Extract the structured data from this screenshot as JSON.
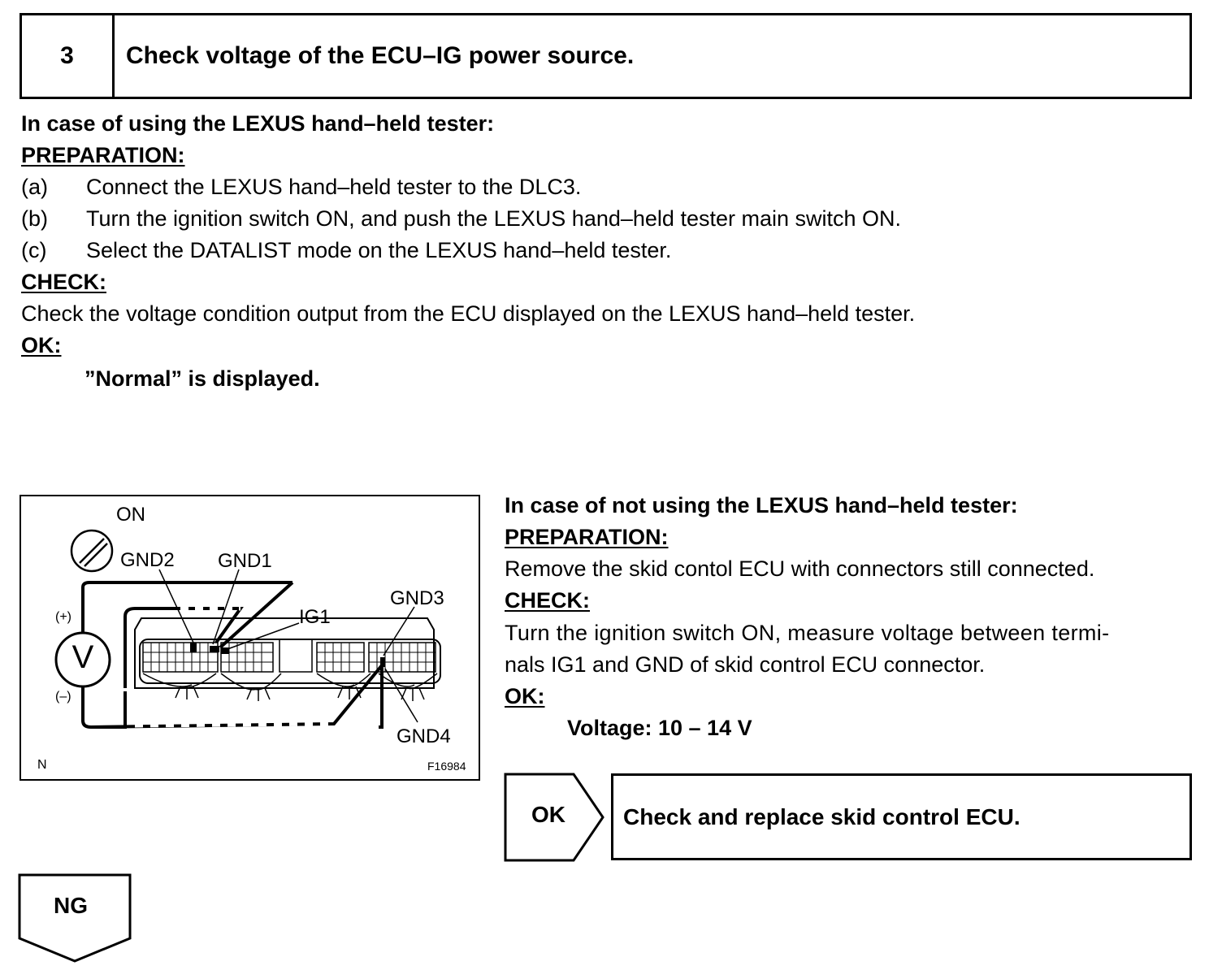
{
  "step": {
    "number": "3",
    "title": "Check voltage of the ECU–IG power source."
  },
  "tester_section": {
    "heading": "In case of using the LEXUS hand–held tester:",
    "prep_label": "PREPARATION:",
    "steps": [
      {
        "mark": "(a)",
        "text": "Connect the LEXUS hand–held tester to the DLC3."
      },
      {
        "mark": "(b)",
        "text": "Turn the ignition switch ON, and push the LEXUS hand–held tester main switch ON."
      },
      {
        "mark": "(c)",
        "text": "Select the DATALIST mode on the LEXUS hand–held tester."
      }
    ],
    "check_label": "CHECK:",
    "check_text": "Check the voltage condition output from the ECU displayed on the LEXUS hand–held tester.",
    "ok_label": "OK:",
    "ok_text": "”Normal” is displayed."
  },
  "figure": {
    "on_label": "ON",
    "gnd2": "GND2",
    "gnd1": "GND1",
    "ig1": "IG1",
    "gnd3": "GND3",
    "gnd4": "GND4",
    "plus": "(+)",
    "minus": "(–)",
    "meter": "V",
    "corner_left": "N",
    "corner_right": "F16984"
  },
  "no_tester_section": {
    "heading": "In case of not using the LEXUS hand–held tester:",
    "prep_label": "PREPARATION:",
    "prep_text": "Remove the skid contol ECU with connectors still connected.",
    "check_label": "CHECK:",
    "check_line1": "Turn the ignition switch ON, measure voltage between termi-",
    "check_line2": "nals IG1 and GND of skid control ECU connector.",
    "ok_label": "OK:",
    "ok_text": "Voltage: 10 – 14 V"
  },
  "result_ok": {
    "tag": "OK",
    "text": "Check and replace skid control ECU."
  },
  "result_ng": {
    "tag": "NG"
  }
}
